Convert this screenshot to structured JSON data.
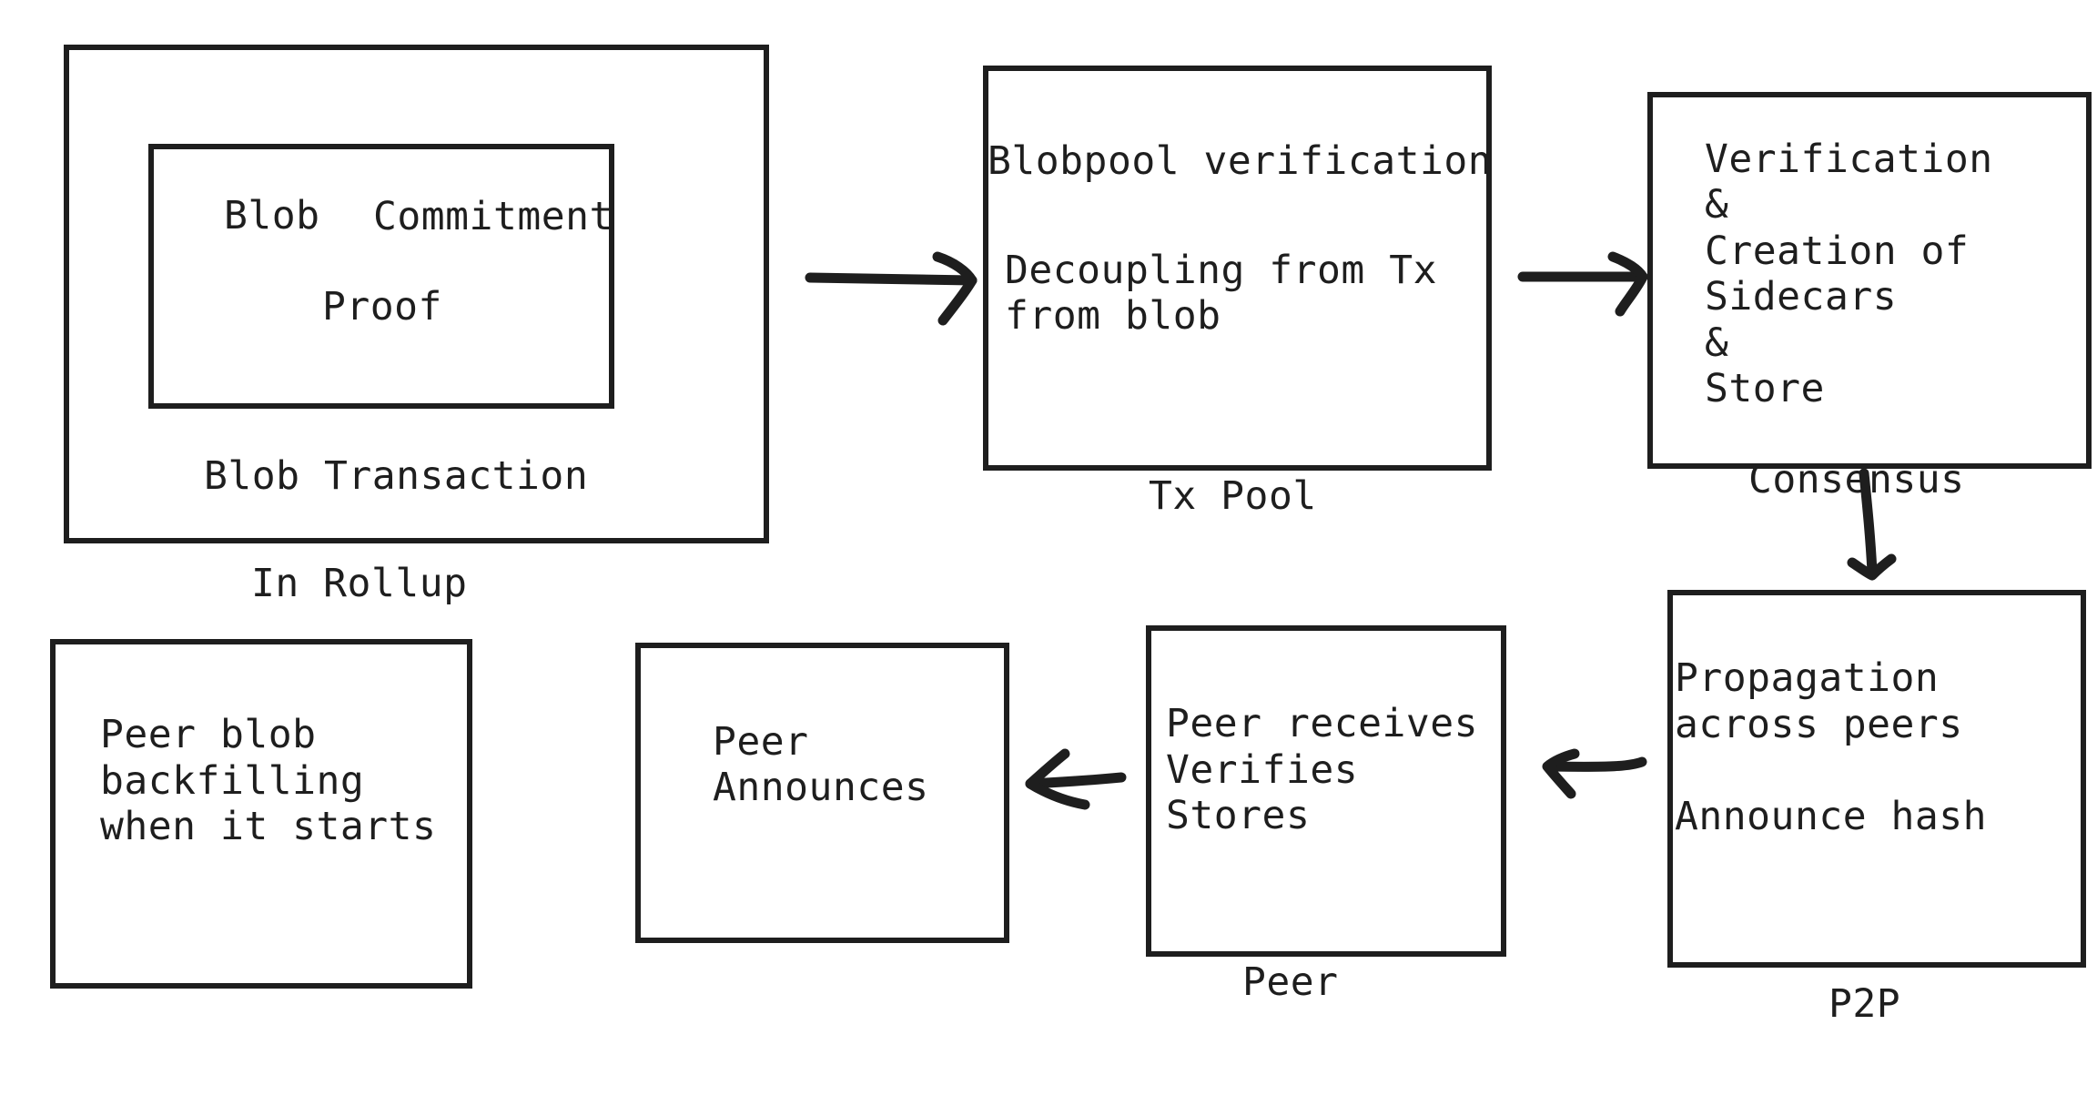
{
  "rollup": {
    "inner": {
      "blob": "Blob",
      "commitment": "Commitment",
      "proof": "Proof"
    },
    "blob_transaction": "Blob Transaction",
    "label": "In Rollup"
  },
  "txpool": {
    "line1": "Blobpool verification",
    "line2": "Decoupling from Tx",
    "line3": "from blob",
    "label": "Tx Pool"
  },
  "consensus": {
    "line1": "Verification",
    "line2": "&",
    "line3": "Creation of",
    "line4": "Sidecars",
    "line5": "&",
    "line6": "Store",
    "label": "Consensus"
  },
  "p2p": {
    "line1": "Propagation",
    "line2": "across peers",
    "line3": "Announce hash",
    "label": "P2P"
  },
  "peer": {
    "line1": "Peer receives",
    "line2": "Verifies",
    "line3": "Stores",
    "label": "Peer"
  },
  "announce": {
    "line1": "Peer",
    "line2": "Announces"
  },
  "backfill": {
    "line1": "Peer blob",
    "line2": "backfilling",
    "line3": "when it starts"
  }
}
